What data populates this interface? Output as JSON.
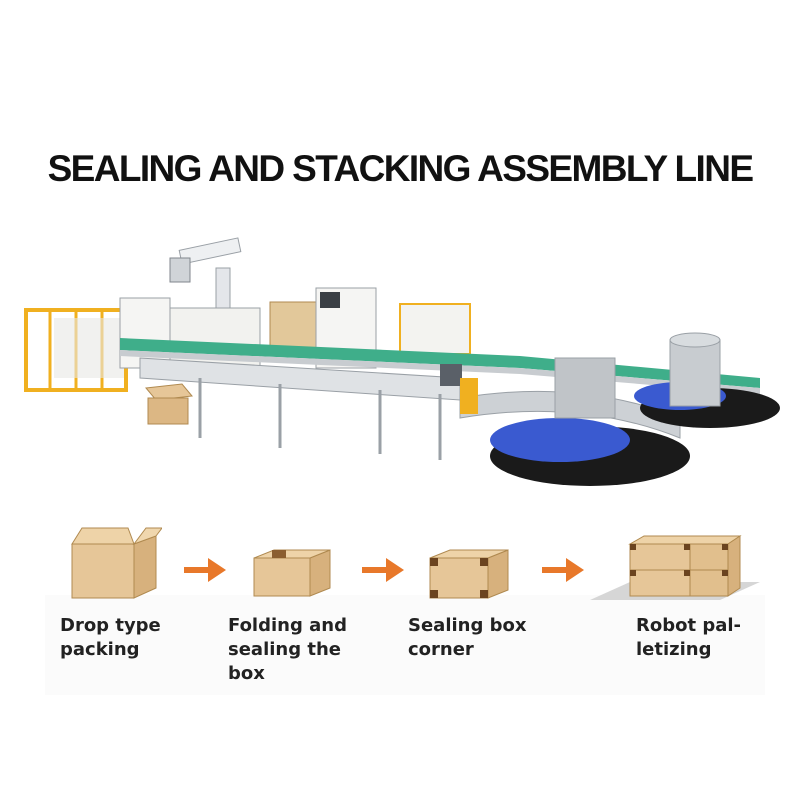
{
  "title": "SEALING AND STACKING ASSEMBLY LINE",
  "steps": [
    {
      "label": "Drop type\npacking",
      "icon": "open-box-icon"
    },
    {
      "label": "Folding and\nsealing the\nbox",
      "icon": "closed-box-icon"
    },
    {
      "label": "Sealing box\ncorner",
      "icon": "corner-sealed-box-icon"
    },
    {
      "label": "Robot pal-\nletizing",
      "icon": "pallet-stack-icon"
    }
  ],
  "colors": {
    "arrow": "#e8782a",
    "cardboard": "#e6c698",
    "cardboard_dark": "#c9a070",
    "frame_yellow": "#f0b020",
    "conveyor_green": "#3fae8a",
    "steel": "#c8ccd0"
  }
}
